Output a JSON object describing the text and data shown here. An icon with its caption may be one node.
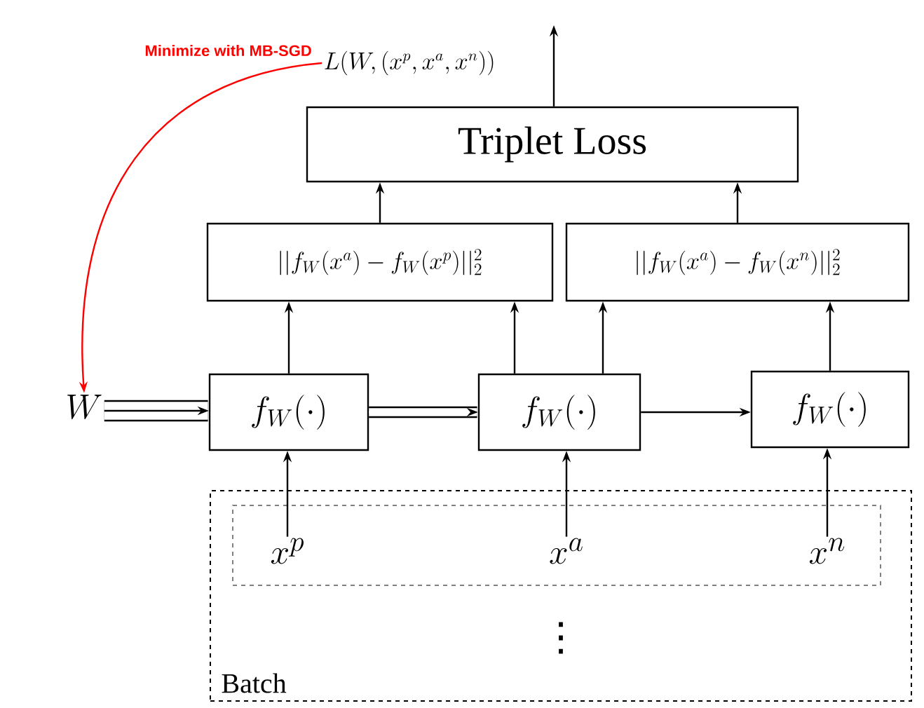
{
  "diagram": {
    "nodes": [
      {
        "text": [
          "L(W,(x^p,x^a,x^n))"
        ]
      },
      {
        "text": [
          "Triplet Loss"
        ]
      },
      {
        "text": [
          "||f_W(x^a)-f_W(x^p)||_2^2"
        ]
      },
      {
        "text": [
          "||f_W(x^a)-f_W(x^n)||_2^2"
        ]
      },
      {
        "text": [
          "W"
        ]
      },
      {
        "text": [
          "f_W(\\cdot)"
        ]
      },
      {
        "text": [
          "f_W(\\cdot)"
        ]
      },
      {
        "text": [
          "f_W(\\cdot)"
        ]
      },
      {
        "text": [
          "Batch"
        ]
      },
      {
        "text": [],
        "shape": "box",
        "in": 8
      },
      {
        "text": [
          "x^p"
        ],
        "in": 9
      },
      {
        "text": [
          "x^a"
        ],
        "in": 9
      },
      {
        "text": [
          "x^n"
        ],
        "in": 9
      }
    ],
    "edges": [
      {
        "from": 0,
        "to": 4,
        "arrow": "to",
        "label": "Minimize with MB-SGD",
        "color": "#ff0000"
      },
      {
        "from": 1,
        "to": null,
        "arrow": "to"
      },
      {
        "from": 2,
        "to": 1,
        "arrow": "to"
      },
      {
        "from": 3,
        "to": 1,
        "arrow": "to"
      },
      {
        "from": 5,
        "to": 2,
        "arrow": "to"
      },
      {
        "from": 6,
        "to": 2,
        "arrow": "to"
      },
      {
        "from": 6,
        "to": 3,
        "arrow": "to"
      },
      {
        "from": 7,
        "to": 3,
        "arrow": "to"
      },
      {
        "from": 4,
        "to": 5,
        "arrow": "to",
        "style": "thick"
      },
      {
        "from": 5,
        "to": 6,
        "arrow": "to",
        "style": "thick"
      },
      {
        "from": 6,
        "to": 7,
        "arrow": "to"
      },
      {
        "from": 10,
        "to": 5,
        "arrow": "to"
      },
      {
        "from": 11,
        "to": 6,
        "arrow": "to"
      },
      {
        "from": 12,
        "to": 7,
        "arrow": "to"
      }
    ],
    "labels": [
      "⋮"
    ]
  }
}
